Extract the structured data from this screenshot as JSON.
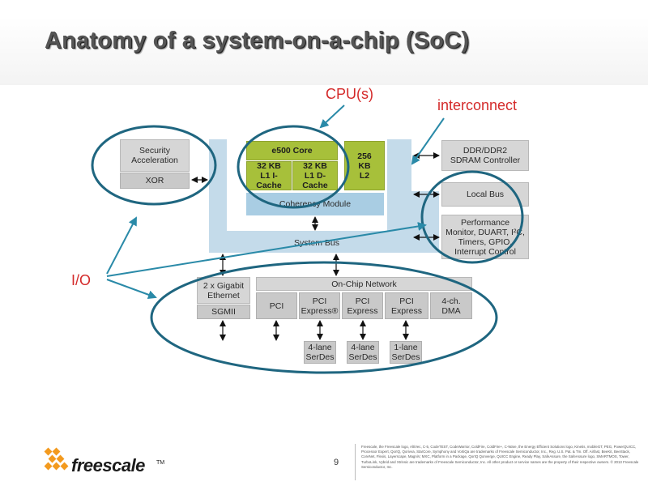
{
  "slide": {
    "title": "Anatomy of a system-on-a-chip (SoC)",
    "page_number": "9"
  },
  "annotations": {
    "cpu": "CPU(s)",
    "interconnect": "interconnect",
    "io": "I/O"
  },
  "diagram": {
    "security_acceleration": "Security Acceleration",
    "xor": "XOR",
    "core": "e500 Core",
    "l1_icache": "32 KB L1 I-Cache",
    "l1_dcache": "32 KB L1 D-Cache",
    "l2": "256 KB L2",
    "coherency_module": "Coherency Module",
    "system_bus": "System Bus",
    "ddr_controller": "DDR/DDR2 SDRAM Controller",
    "local_bus": "Local Bus",
    "perf_monitor": "Performance Monitor, DUART, I²C, Timers, GPIO, Interrupt Control",
    "gigabit_ethernet": "2 x Gigabit Ethernet",
    "sgmii": "SGMII",
    "on_chip_network": "On-Chip Network",
    "pci": "PCI",
    "pci_express_1": "PCI Express®",
    "pci_express_2": "PCI Express",
    "pci_express_3": "PCI Express",
    "dma": "4-ch. DMA",
    "serdes_1": "4-lane SerDes",
    "serdes_2": "4-lane SerDes",
    "serdes_3": "1-lane SerDes"
  },
  "footer": {
    "logo_text": "freescale",
    "trademark": "TM",
    "legal": "Freescale, the Freescale logo, AltiVec, C-5, CodeTEST, CodeWarrior, ColdFire, ColdFire+, C-Ware, the Energy Efficient Solutions logo, Kinetis, mobileGT, PEG, PowerQUICC, Processor Expert, QorIQ, Qorivva, StarCore, Symphony and VortiQa are trademarks of Freescale Semiconductor, Inc., Reg. U.S. Pat. & Tm. Off. Airfast, BeeKit, BeeStack, CoreNet, Flexis, Layerscape, MagniV, MXC, Platform in a Package, QorIQ Qonverge, QUICC Engine, Ready Play, SafeAssure, the SafeAssure logo, SMARTMOS, Tower, TurboLink, Vybrid and Xtrinsic are trademarks of Freescale Semiconductor, Inc. All other product or service names are the property of their respective owners. © 2013 Freescale Semiconductor, Inc."
  },
  "colors": {
    "annotation": "#d42a2a",
    "ellipse": "#1f6680",
    "arrow": "#2a8aa8",
    "block_grey": "#c9c9c9",
    "block_green": "#a7c03a",
    "bus_blue": "#c4dbea",
    "logo_orange": "#f39a1e"
  }
}
